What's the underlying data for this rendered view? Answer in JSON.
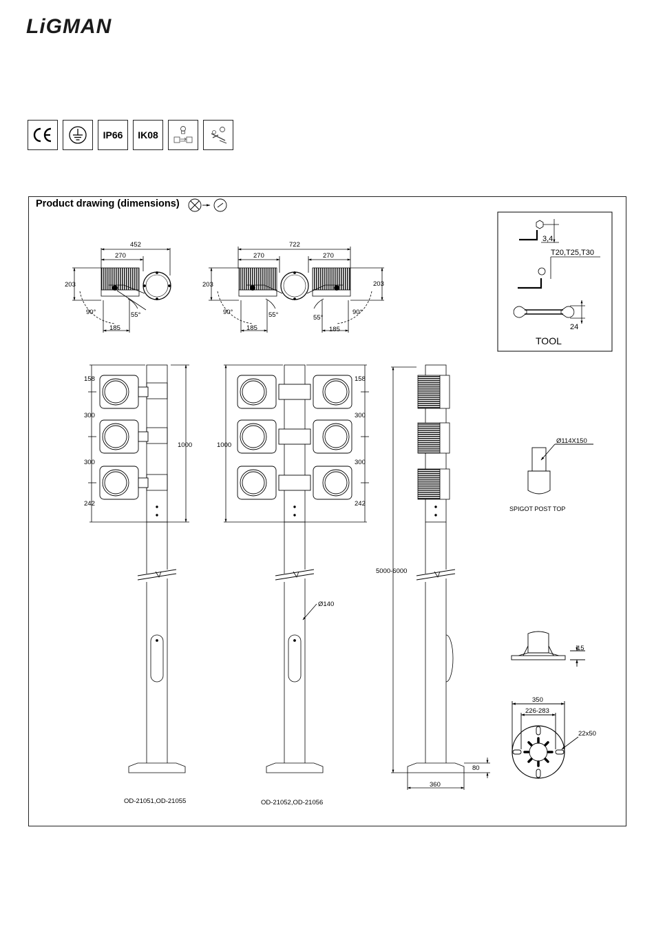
{
  "brand": {
    "name": "LiGMAN"
  },
  "certifications": [
    {
      "name": "ce-mark-icon",
      "label": ""
    },
    {
      "name": "earth-ground-icon",
      "label": ""
    },
    {
      "name": "ip-rating",
      "label": "IP66"
    },
    {
      "name": "ik-rating",
      "label": "IK08"
    },
    {
      "name": "tilt-adjust-icon",
      "label": ""
    },
    {
      "name": "tool-adjust-icon",
      "label": ""
    }
  ],
  "drawing": {
    "title": "Product drawing (dimensions)",
    "top_views": {
      "single": {
        "width": "452",
        "head": "270",
        "depth": "203",
        "base": "185",
        "angle_a": "90°",
        "angle_b": "55°"
      },
      "double": {
        "width": "722",
        "head_left": "270",
        "head_right": "270",
        "depth_left": "203",
        "depth_right": "203",
        "base_left": "185",
        "base_right": "185",
        "angle_a": "90°",
        "angle_b": "55°",
        "angle_c": "55°",
        "angle_d": "90°"
      }
    },
    "tool": {
      "title": "TOOL",
      "hex": "3,4",
      "torx": "T20,T25,T30",
      "wrench": "24"
    },
    "elevation": {
      "top": "158",
      "gap1": "300",
      "gap2": "300",
      "bottom": "242",
      "head_height": "1000",
      "pole_diameter": "Ø140",
      "pole_height": "5000-6000",
      "base_height": "80",
      "base_width": "360"
    },
    "spigot": {
      "label": "SPIGOT POST TOP",
      "dimension": "Ø114X150"
    },
    "base_plate": {
      "thickness": "15",
      "outer": "350",
      "bolt_circle": "226-283",
      "slot": "22x50"
    },
    "models": {
      "single": "OD-21051,OD-21055",
      "double": "OD-21052,OD-21056"
    }
  }
}
